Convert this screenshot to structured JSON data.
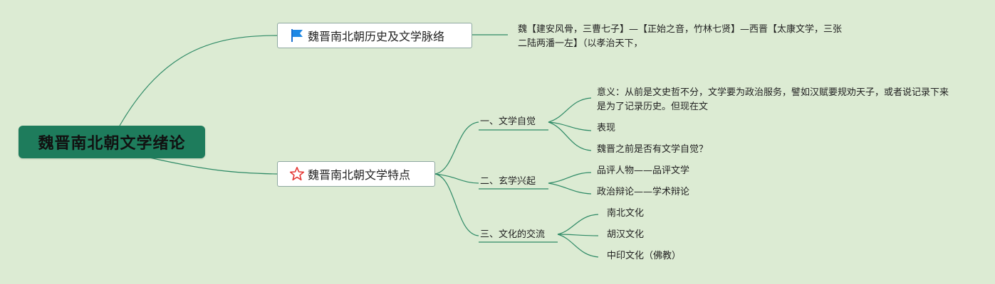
{
  "root": {
    "title": "魏晋南北朝文学绪论"
  },
  "topic1": {
    "icon": "blue-flag-icon",
    "title": "魏晋南北朝历史及文学脉络",
    "note_line1": "魏【建安风骨，三曹七子】—【正始之音，竹林七贤】—西晋【太康文学，三张",
    "note_line2": "二陆两潘一左】（以孝治天下，"
  },
  "topic2": {
    "icon": "red-star-icon",
    "title": "魏晋南北朝文学特点",
    "branches": [
      {
        "title": "一、文学自觉",
        "children": [
          "意义：从前是文史哲不分，文学要为政治服务，譬如汉赋要规劝天子，或者说记录下来是为了记录历史。但现在文",
          "表现",
          "魏晋之前是否有文学自觉？"
        ]
      },
      {
        "title": "二、玄学兴起",
        "children": [
          "品评人物——品评文学",
          "政治辩论——学术辩论"
        ]
      },
      {
        "title": "三、文化的交流",
        "children": [
          "南北文化",
          "胡汉文化",
          "中印文化（佛教）"
        ]
      }
    ]
  },
  "colors": {
    "background": "#dcebd3",
    "root": "#1e7c5c",
    "line": "#2e8a66"
  }
}
